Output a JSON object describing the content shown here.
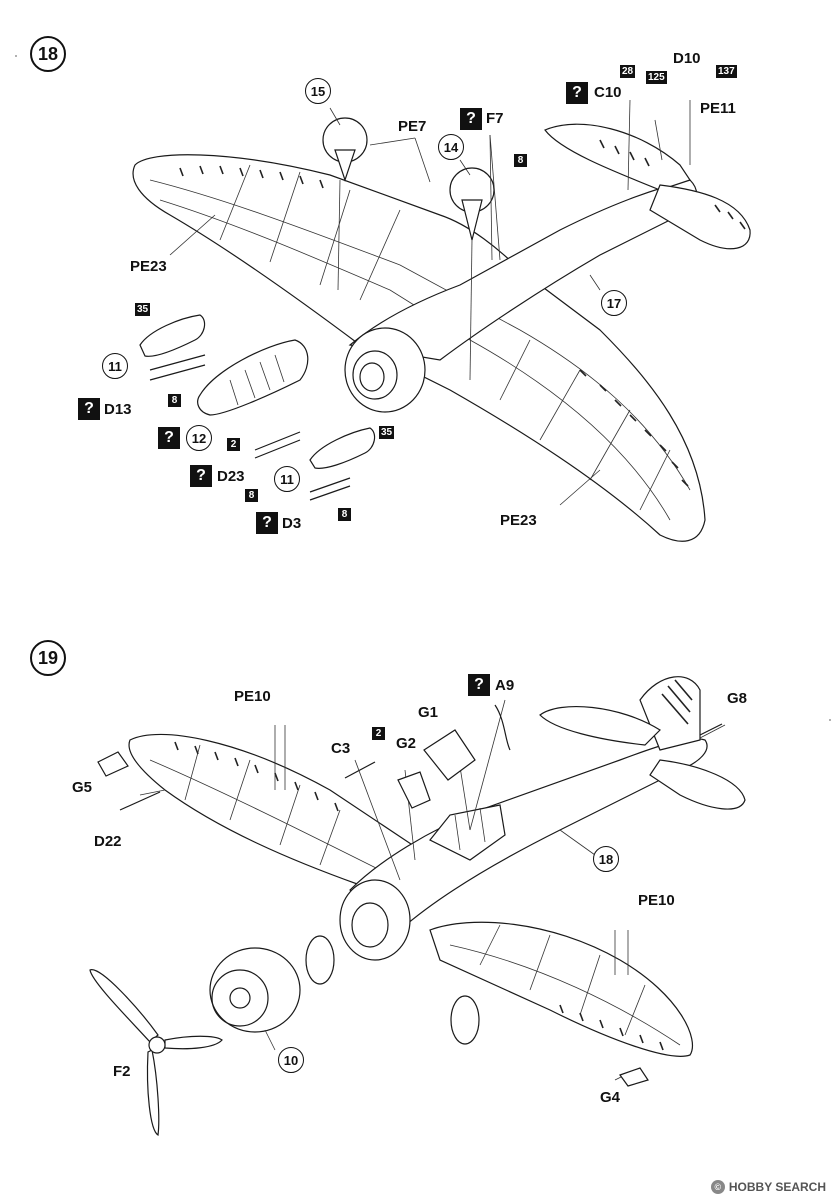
{
  "steps": {
    "step18": "18",
    "step19": "19"
  },
  "diagram18": {
    "labels": {
      "PE7": "PE7",
      "F7": "F7",
      "C10": "C10",
      "D10": "D10",
      "PE11": "PE11",
      "PE23_left": "PE23",
      "PE23_bottom": "PE23",
      "D13": "D13",
      "D23": "D23",
      "D3": "D3"
    },
    "circled": {
      "c15": "15",
      "c14": "14",
      "c17": "17",
      "c11a": "11",
      "c12": "12",
      "c11b": "11"
    },
    "color_boxes": {
      "b28": "28",
      "b125": "125",
      "b137": "137",
      "b8_f7": "8",
      "b35_a": "35",
      "b8_d13": "8",
      "b2": "2",
      "b8_d23": "8",
      "b35_b": "35",
      "b8_d3": "8"
    },
    "question": "?"
  },
  "diagram19": {
    "labels": {
      "PE10_top": "PE10",
      "A9": "A9",
      "G1": "G1",
      "G8": "G8",
      "C3": "C3",
      "G2": "G2",
      "G5": "G5",
      "D22": "D22",
      "PE10_right": "PE10",
      "F2": "F2",
      "G4": "G4"
    },
    "circled": {
      "c18": "18",
      "c10": "10"
    },
    "color_boxes": {
      "b2": "2"
    },
    "question": "?"
  },
  "watermark": {
    "text": "HOBBY SEARCH",
    "mark": "©"
  }
}
